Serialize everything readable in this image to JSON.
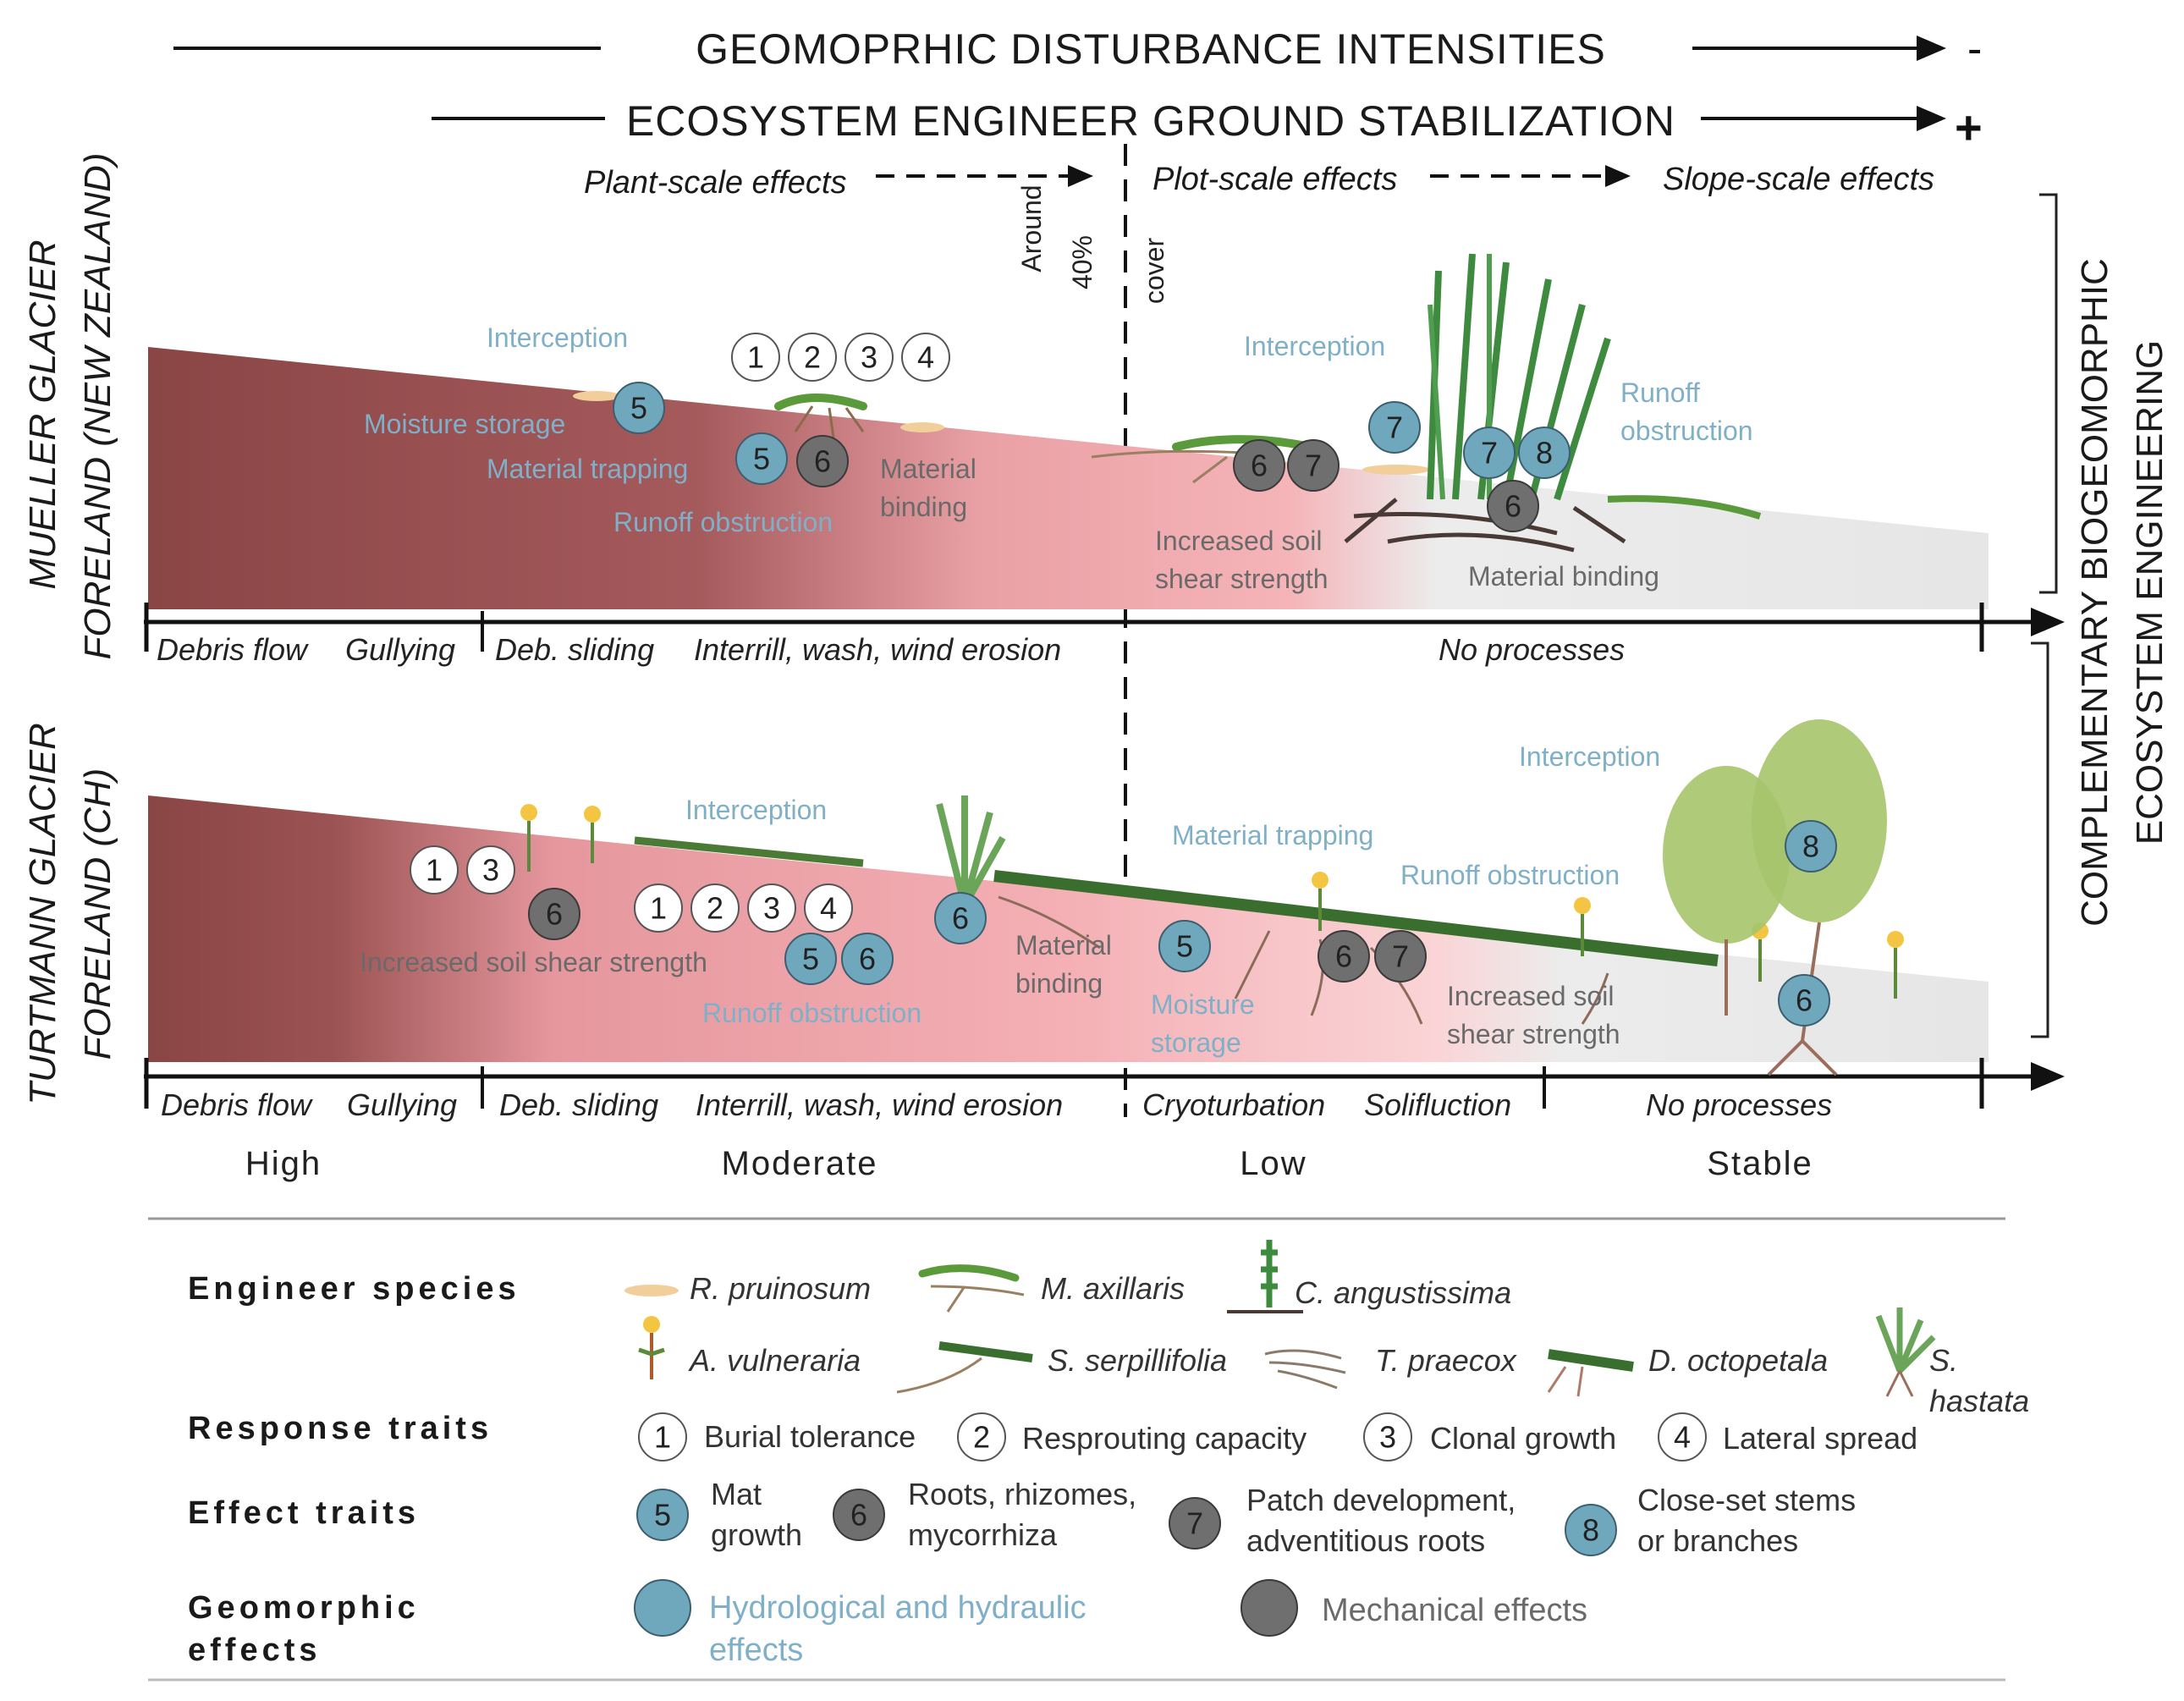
{
  "header": {
    "disturbance": "GEOMOPRHIC DISTURBANCE INTENSITIES",
    "disturbance_sign": "-",
    "stabilization": "ECOSYSTEM ENGINEER GROUND STABILIZATION",
    "stabilization_sign": "+",
    "plant_scale": "Plant-scale effects",
    "plot_scale": "Plot-scale effects",
    "slope_scale": "Slope-scale effects",
    "threshold_a": "Around",
    "threshold_b": "40%",
    "threshold_c": "cover"
  },
  "side_labels": {
    "mueller_1": "MUELLER GLACIER",
    "mueller_2": "FORELAND (NEW ZEALAND)",
    "turtmann_1": "TURTMANN GLACIER",
    "turtmann_2": "FORELAND (CH)",
    "right_1": "COMPLEMENTARY BIOGEOMORPHIC",
    "right_2": "ECOSYSTEM ENGINEERING"
  },
  "mueller": {
    "interception_left": "Interception",
    "moisture_storage": "Moisture storage",
    "material_trapping": "Material trapping",
    "runoff_obstruction": "Runoff obstruction",
    "material_binding_a": "Material",
    "material_binding_b": "binding",
    "interception_right": "Interception",
    "runoff_right_a": "Runoff",
    "runoff_right_b": "obstruction",
    "shear_a": "Increased soil",
    "shear_b": "shear strength",
    "material_binding_right": "Material binding",
    "proc_1": "Debris flow",
    "proc_2": "Gullying",
    "proc_3": "Deb. sliding",
    "proc_4": "Interrill, wash, wind erosion",
    "proc_5": "No processes",
    "circles_response": [
      "1",
      "2",
      "3",
      "4"
    ],
    "c5a": "5",
    "c5b": "5",
    "c6a": "6",
    "c6b": "6",
    "c7a": "7",
    "c7b": "7",
    "c7c": "7",
    "c8": "8",
    "c6c": "6"
  },
  "turtmann": {
    "interception_left": "Interception",
    "shear_left": "Increased soil shear strength",
    "runoff_left": "Runoff obstruction",
    "binding_a": "Material",
    "binding_b": "binding",
    "moisture_a": "Moisture",
    "moisture_b": "storage",
    "material_trapping": "Material trapping",
    "runoff_right": "Runoff obstruction",
    "interception_right": "Interception",
    "shear_right_a": "Increased soil",
    "shear_right_b": "shear strength",
    "proc_1": "Debris flow",
    "proc_2": "Gullying",
    "proc_3": "Deb. sliding",
    "proc_4": "Interrill, wash, wind erosion",
    "proc_5": "Cryoturbation",
    "proc_6": "Solifluction",
    "proc_7": "No processes",
    "c1": "1",
    "c3": "3",
    "r1": "1",
    "r2": "2",
    "r3": "3",
    "r4": "4",
    "c6a": "6",
    "c5a": "5",
    "c6b": "6",
    "c6c": "6",
    "c5b": "5",
    "c6d": "6",
    "c7": "7",
    "c8": "8",
    "c6e": "6"
  },
  "classes": [
    "High",
    "Moderate",
    "Low",
    "Stable"
  ],
  "legend": {
    "engineer_species": "Engineer species",
    "species": [
      "R. pruinosum",
      "M. axillaris",
      "C. angustissima",
      "A. vulneraria",
      "S. serpillifolia",
      "T. praecox",
      "D. octopetala",
      "S.",
      "hastata"
    ],
    "response_traits": "Response traits",
    "response": [
      {
        "num": "1",
        "label": "Burial tolerance"
      },
      {
        "num": "2",
        "label": "Resprouting capacity"
      },
      {
        "num": "3",
        "label": "Clonal growth"
      },
      {
        "num": "4",
        "label": "Lateral spread"
      }
    ],
    "effect_traits": "Effect traits",
    "effect": [
      {
        "num": "5",
        "l1": "Mat",
        "l2": "growth"
      },
      {
        "num": "6",
        "l1": "Roots, rhizomes,",
        "l2": "mycorrhiza"
      },
      {
        "num": "7",
        "l1": "Patch development,",
        "l2": "adventitious roots"
      },
      {
        "num": "8",
        "l1": "Close-set stems",
        "l2": "or branches"
      }
    ],
    "geomorphic_1": "Geomorphic",
    "geomorphic_2": "effects",
    "hydro_1": "Hydrological and hydraulic",
    "hydro_2": "effects",
    "mechanical": "Mechanical effects"
  },
  "colors": {
    "teal_circle": "#6fa8bd",
    "grey_circle": "#6f6f6f",
    "blue_text": "#7fb0c8",
    "dark_slope": "#8e4a4a",
    "pink_slope": "#f2a6ad",
    "stable_ground": "#e6e6e6"
  }
}
